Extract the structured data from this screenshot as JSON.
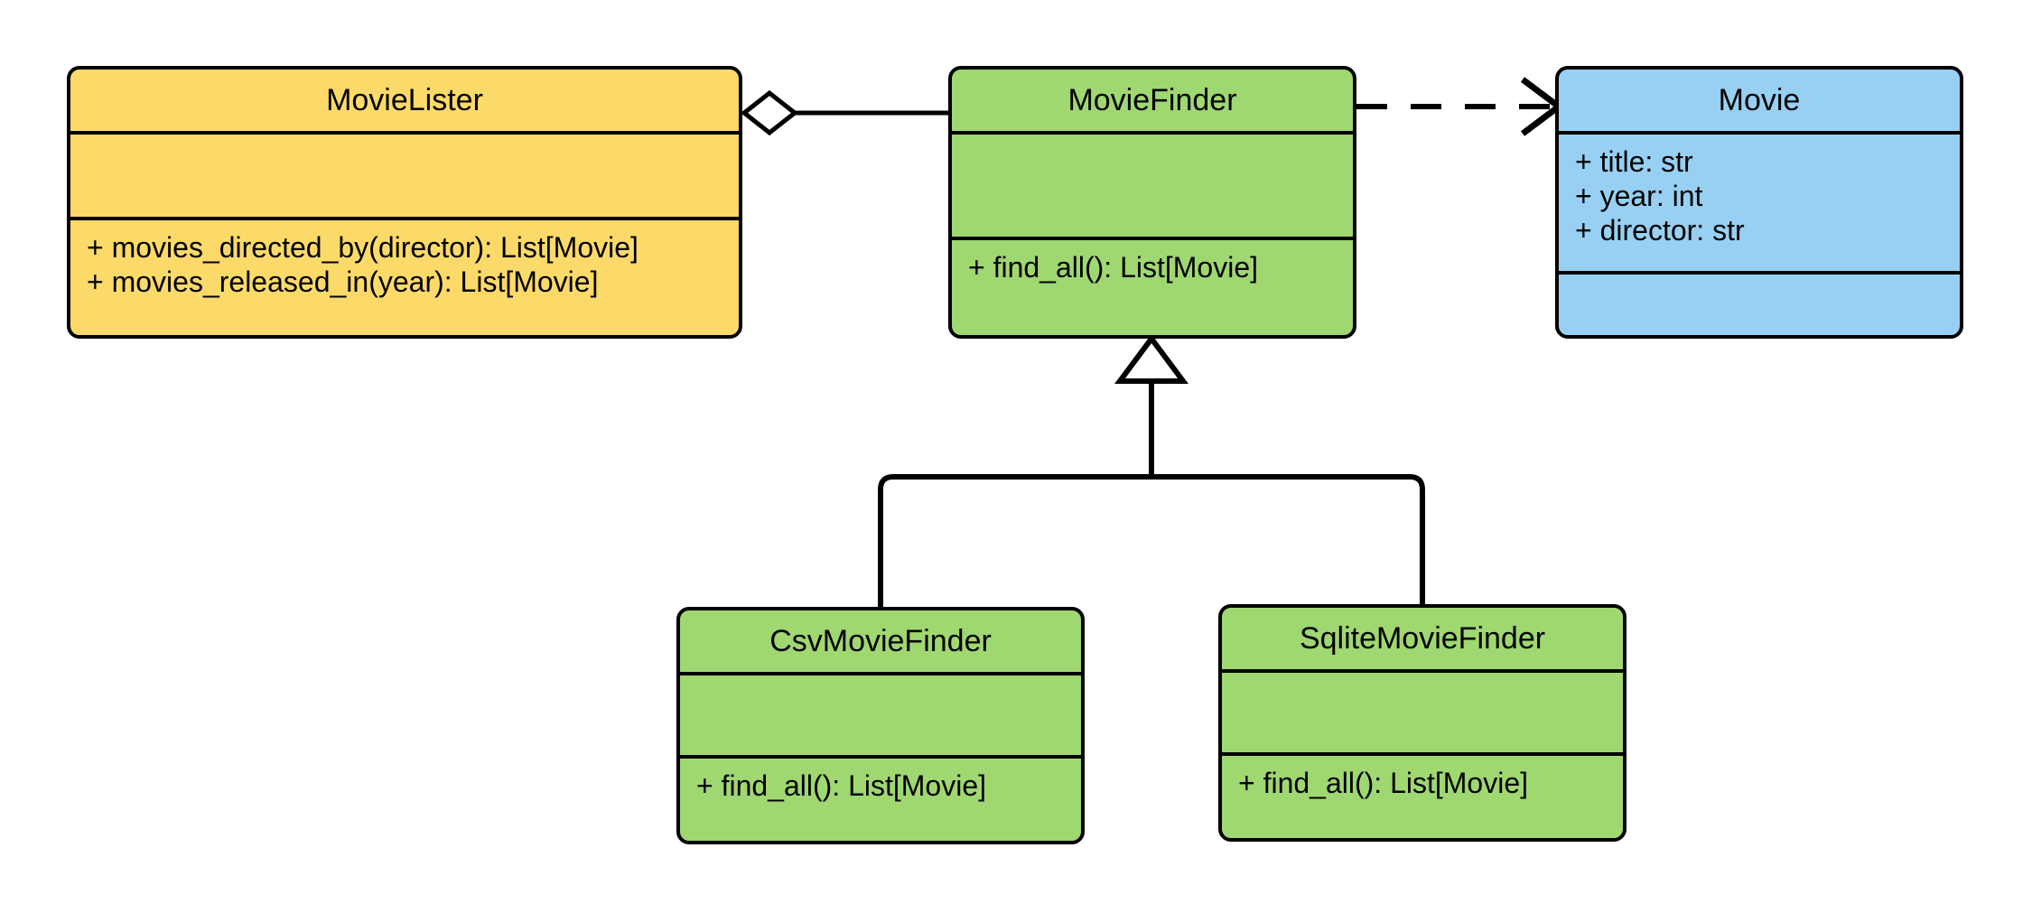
{
  "diagram": {
    "kind": "uml-class-diagram",
    "background": "#ffffff",
    "line_color": "#000000",
    "colors": {
      "yellow": "#FCDA69",
      "green": "#9FD771",
      "blue": "#97D0F2"
    }
  },
  "classes": {
    "movie_lister": {
      "name": "MovieLister",
      "fill": "#FCDA69",
      "attributes": [],
      "methods": [
        "+ movies_directed_by(director): List[Movie]",
        "+ movies_released_in(year): List[Movie]"
      ]
    },
    "movie_finder": {
      "name": "MovieFinder",
      "fill": "#9FD771",
      "attributes": [],
      "methods": [
        "+ find_all(): List[Movie]"
      ]
    },
    "movie": {
      "name": "Movie",
      "fill": "#97D0F2",
      "attributes": [
        "+ title: str",
        "+ year: int",
        "+ director: str"
      ],
      "methods": []
    },
    "csv_movie_finder": {
      "name": "CsvMovieFinder",
      "fill": "#9FD771",
      "attributes": [],
      "methods": [
        "+ find_all(): List[Movie]"
      ]
    },
    "sqlite_movie_finder": {
      "name": "SqliteMovieFinder",
      "fill": "#9FD771",
      "attributes": [],
      "methods": [
        "+ find_all(): List[Movie]"
      ]
    }
  },
  "relationships": [
    {
      "id": "aggregation",
      "type": "aggregation",
      "from": "MovieLister",
      "to": "MovieFinder",
      "line": "solid",
      "source_marker": "hollow-diamond",
      "target_marker": "none"
    },
    {
      "id": "dependency",
      "type": "dependency",
      "from": "MovieFinder",
      "to": "Movie",
      "line": "dashed",
      "source_marker": "none",
      "target_marker": "open-arrow"
    },
    {
      "id": "inheritance-csv",
      "type": "generalization",
      "from": "CsvMovieFinder",
      "to": "MovieFinder",
      "line": "solid",
      "source_marker": "none",
      "target_marker": "hollow-triangle"
    },
    {
      "id": "inheritance-sqlite",
      "type": "generalization",
      "from": "SqliteMovieFinder",
      "to": "MovieFinder",
      "line": "solid",
      "source_marker": "none",
      "target_marker": "hollow-triangle"
    }
  ]
}
